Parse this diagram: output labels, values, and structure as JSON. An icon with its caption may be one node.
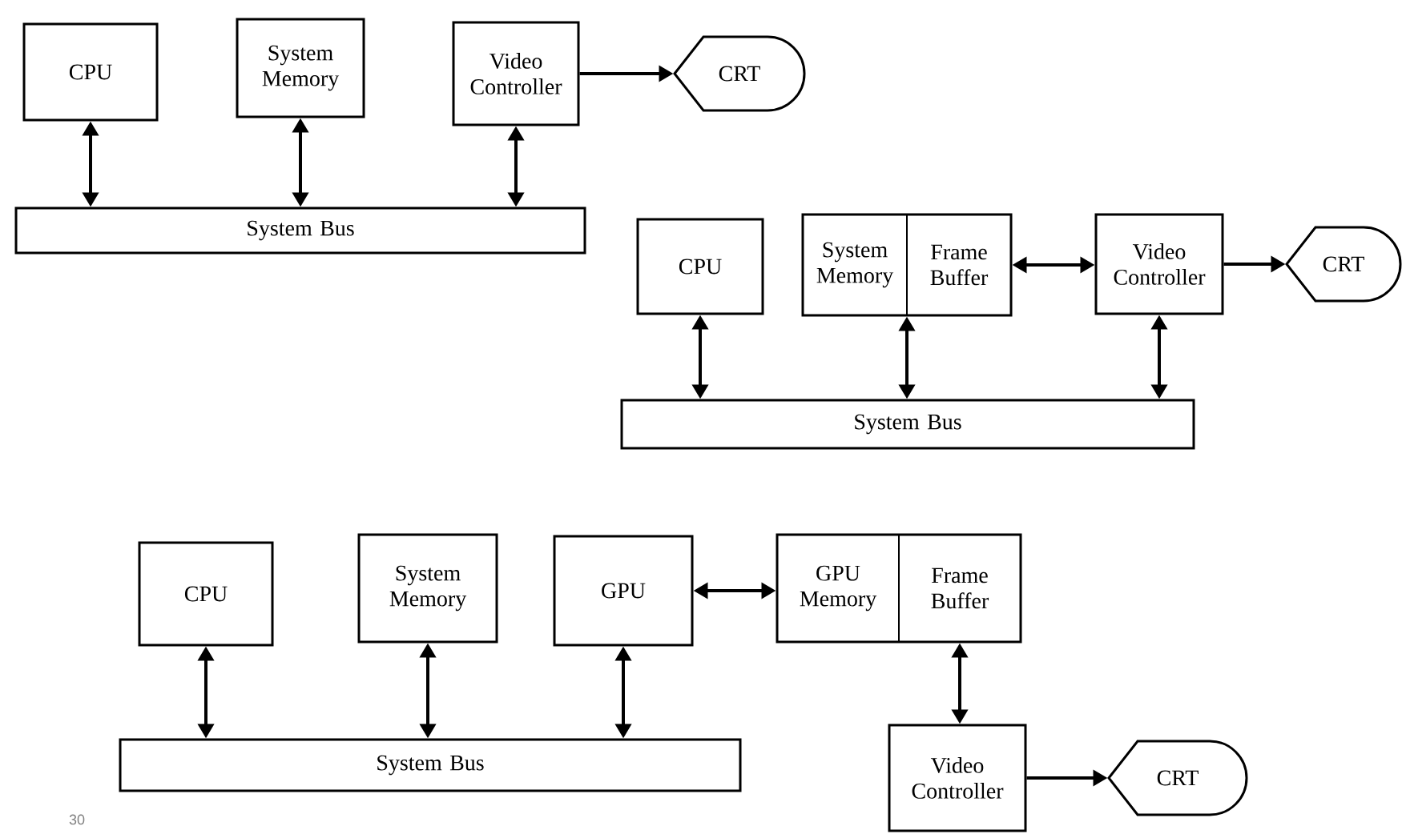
{
  "diagram": {
    "nodes": [
      {
        "text": [
          "CPU"
        ]
      },
      {
        "text": [
          "System Memory"
        ]
      },
      {
        "text": [
          "Video Controller"
        ]
      },
      {
        "text": [
          "CRT"
        ]
      },
      {
        "text": [
          "System Bus"
        ]
      },
      {
        "text": [
          "CPU"
        ]
      },
      {
        "text": [],
        "shape": "box"
      },
      {
        "text": [
          "System Memory"
        ],
        "in": 6
      },
      {
        "text": [
          "Frame Buffer"
        ],
        "in": 6
      },
      {
        "text": [
          "Video Controller"
        ]
      },
      {
        "text": [
          "CRT"
        ]
      },
      {
        "text": [
          "System Bus"
        ]
      },
      {
        "text": [
          "CPU"
        ]
      },
      {
        "text": [
          "System Memory"
        ]
      },
      {
        "text": [
          "GPU"
        ]
      },
      {
        "text": [],
        "shape": "box"
      },
      {
        "text": [
          "GPU Memory"
        ],
        "in": 15
      },
      {
        "text": [
          "Frame Buffer"
        ],
        "in": 15
      },
      {
        "text": [
          "Video Controller"
        ]
      },
      {
        "text": [
          "CRT"
        ]
      },
      {
        "text": [
          "System Bus"
        ]
      }
    ],
    "edges": [
      {
        "from": 0,
        "to": 4,
        "arrow": "both"
      },
      {
        "from": 1,
        "to": 4,
        "arrow": "both"
      },
      {
        "from": 2,
        "to": 4,
        "arrow": "both"
      },
      {
        "from": 2,
        "to": 3,
        "arrow": "to"
      },
      {
        "from": 5,
        "to": 11,
        "arrow": "both"
      },
      {
        "from": 6,
        "to": 11,
        "arrow": "both"
      },
      {
        "from": 9,
        "to": 11,
        "arrow": "both"
      },
      {
        "from": 8,
        "to": 9,
        "arrow": "both"
      },
      {
        "from": 9,
        "to": 10,
        "arrow": "to"
      },
      {
        "from": 12,
        "to": 20,
        "arrow": "both"
      },
      {
        "from": 13,
        "to": 20,
        "arrow": "both"
      },
      {
        "from": 14,
        "to": 20,
        "arrow": "both"
      },
      {
        "from": 14,
        "to": 15,
        "arrow": "both"
      },
      {
        "from": 17,
        "to": 18,
        "arrow": "both"
      },
      {
        "from": 18,
        "to": 19,
        "arrow": "to"
      }
    ],
    "labels": [
      "30"
    ]
  }
}
